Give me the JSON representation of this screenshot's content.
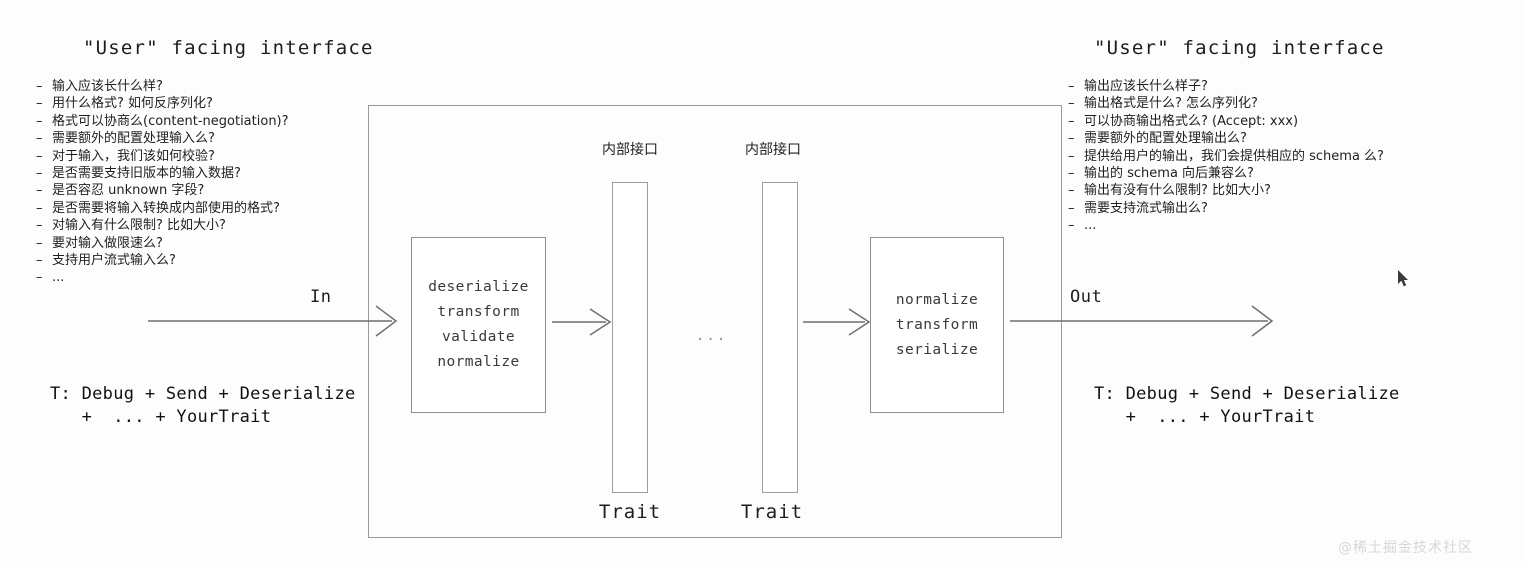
{
  "left_panel": {
    "title": "\"User\" facing interface",
    "questions": [
      "输入应该长什么样?",
      "用什么格式? 如何反序列化?",
      "格式可以协商么(content-negotiation)?",
      "需要额外的配置处理输入么?",
      "对于输入，我们该如何校验?",
      "是否需要支持旧版本的输入数据?",
      "是否容忍 unknown 字段?",
      "是否需要将输入转换成内部使用的格式?",
      "对输入有什么限制? 比如大小?",
      "要对输入做限速么?",
      "支持用户流式输入么?",
      "..."
    ],
    "bound_line1": "T: Debug + Send + Deserialize",
    "bound_line2": "   +  ... + YourTrait"
  },
  "right_panel": {
    "title": "\"User\" facing interface",
    "questions": [
      "输出应该长什么样子?",
      "输出格式是什么? 怎么序列化?",
      "可以协商输出格式么?  (Accept: xxx)",
      "需要额外的配置处理输出么?",
      "提供给用户的输出，我们会提供相应的 schema 么?",
      "输出的 schema 向后兼容么?",
      "输出有没有什么限制? 比如大小?",
      "需要支持流式输出么?",
      "..."
    ],
    "bound_line1": "T: Debug + Send + Deserialize",
    "bound_line2": "   +  ... + YourTrait"
  },
  "pipeline": {
    "in_label": "In",
    "out_label": "Out",
    "middle_ellipsis": "...",
    "input_stage": {
      "name": "input-stage-box",
      "operations": [
        "deserialize",
        "transform",
        "validate",
        "normalize"
      ]
    },
    "output_stage": {
      "name": "output-stage-box",
      "operations": [
        "normalize",
        "transform",
        "serialize"
      ]
    },
    "traits": [
      {
        "header": "内部接口",
        "label": "Trait"
      },
      {
        "header": "内部接口",
        "label": "Trait"
      }
    ]
  },
  "watermark": "@稀土掘金技术社区",
  "colors": {
    "background": "#fdfdfd",
    "stroke": "#8f8f8f",
    "arrow": "#6f6f6f",
    "text": "#1d1d1d",
    "op_text": "#3a3a3a",
    "watermark": "#d6d6d6"
  }
}
